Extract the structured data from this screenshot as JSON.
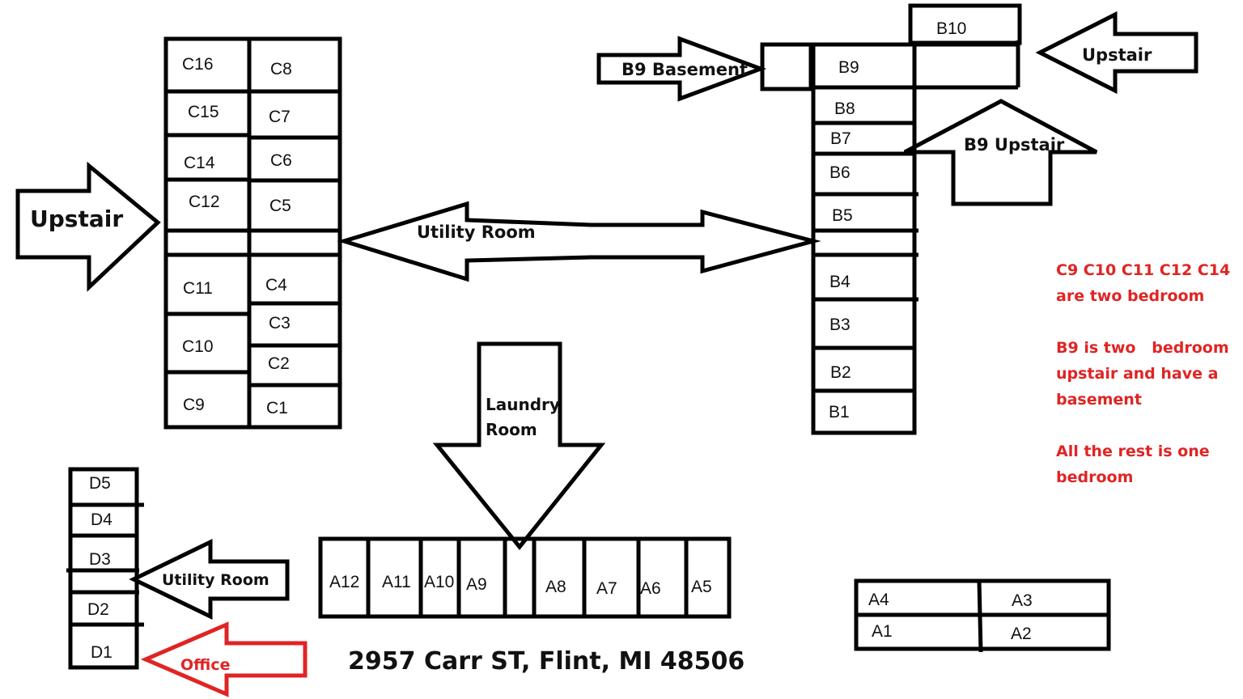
{
  "diagram": {
    "title_address": "2957 Carr ST, Flint, MI 48506",
    "accent_color": "#e02424",
    "building_c": {
      "left_column": [
        "C16",
        "C15",
        "C14",
        "C12",
        "",
        "C11",
        "C10",
        "C9"
      ],
      "right_column": [
        "C8",
        "C7",
        "C6",
        "C5",
        "",
        "C4",
        "C3",
        "C2",
        "C1"
      ]
    },
    "building_b": {
      "top_unit": "B10",
      "units": [
        "B9",
        "B8",
        "B7",
        "B6",
        "B5",
        "",
        "B4",
        "B3",
        "B2",
        "B1"
      ]
    },
    "building_d": {
      "units": [
        "D5",
        "D4",
        "D3",
        "",
        "D2",
        "D1"
      ]
    },
    "building_a_row": {
      "units": [
        "A12",
        "A11",
        "A10",
        "A9",
        "",
        "A8",
        "A7",
        "A6",
        "A5"
      ]
    },
    "building_a_block": {
      "units": [
        "A4",
        "A3",
        "A1",
        "A2"
      ]
    },
    "arrows": {
      "c_upstair": "Upstair",
      "utility_room_main": "Utility Room",
      "b9_basement": "B9 Basement",
      "b_upstair": "Upstair",
      "b9_upstair": "B9 Upstair",
      "laundry_line1": "Laundry",
      "laundry_line2": "Room",
      "d_utility_room": "Utility Room",
      "office": "Office"
    },
    "notes": [
      "C9 C10 C11 C12 C14",
      "are two bedroom",
      "B9 is two   bedroom",
      "upstair and have a",
      "basement",
      "All the rest is one",
      "bedroom"
    ]
  }
}
